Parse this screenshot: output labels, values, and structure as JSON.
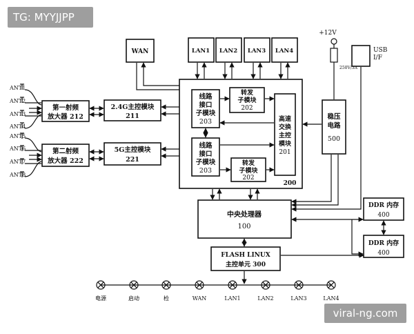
{
  "watermarks": {
    "top_left": "TG: MYYJJPP",
    "bottom_right": "viral-ng.com"
  },
  "colors": {
    "line": "#111111",
    "watermark_bg": "#9e9e9e",
    "watermark_text": "#ffffff"
  },
  "antennas": [
    "ANT1",
    "ANT2",
    "ANT3",
    "ANT4",
    "ANT5",
    "ANT6",
    "ANT7",
    "ANT8"
  ],
  "blocks": {
    "amp1": {
      "line1": "第一射频",
      "line2": "放大器 212"
    },
    "amp2": {
      "line1": "第二射频",
      "line2": "放大器 222"
    },
    "ctrl24": {
      "line1": "2.4G主控模块",
      "line2": "211"
    },
    "ctrl5g": {
      "line1": "5G主控模块",
      "line2": "221"
    },
    "wan": {
      "label": "WAN"
    },
    "lan_ports": [
      "LAN1",
      "LAN2",
      "LAN3",
      "LAN4"
    ],
    "switch_chip": {
      "label": "200"
    },
    "line_if1": {
      "line1": "线路",
      "line2": "接口",
      "line3": "子模块",
      "line4": "203"
    },
    "line_if2": {
      "line1": "线路",
      "line2": "接口",
      "line3": "子模块",
      "line4": "203"
    },
    "fwd1": {
      "line1": "转发",
      "line2": "子模块",
      "line3": "202"
    },
    "fwd2": {
      "line1": "转发",
      "line2": "子模块",
      "line3": "202"
    },
    "hs_ctrl": {
      "line1": "高速",
      "line2": "交换",
      "line3": "主控",
      "line4": "模块",
      "line5": "201"
    },
    "regulator": {
      "line1": "稳压",
      "line2": "电路",
      "line3": "500"
    },
    "power": {
      "voltage": "+12V",
      "fuse": "250V/3A"
    },
    "usb": {
      "line1": "USB",
      "line2": "I/F"
    },
    "cpu": {
      "line1": "中央处理器",
      "line2": "100"
    },
    "ddr1": {
      "line1": "DDR 内存",
      "line2": "400"
    },
    "ddr2": {
      "line1": "DDR 内存",
      "line2": "400"
    },
    "flash": {
      "line1": "FLASH LINUX",
      "line2": "主控单元 300"
    }
  },
  "leds": [
    "电源",
    "启动",
    "检",
    "WAN",
    "LAN1",
    "LAN2",
    "LAN3",
    "LAN4"
  ]
}
